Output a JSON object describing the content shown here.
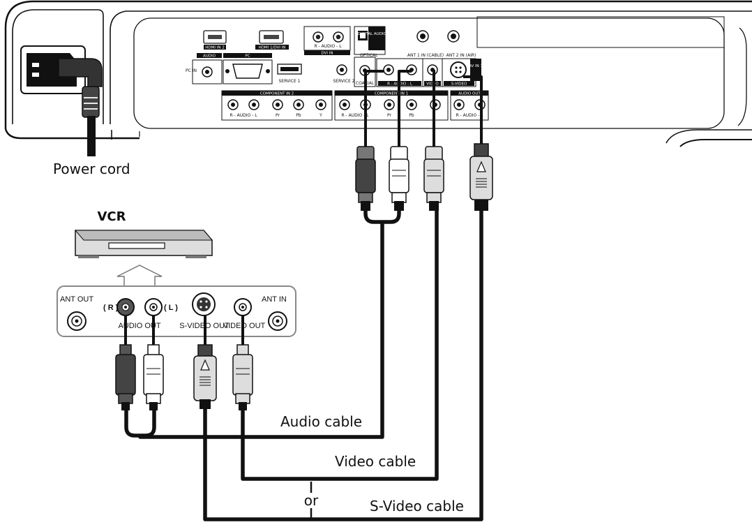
{
  "labels": {
    "power_cord": "Power cord",
    "vcr_title": "VCR",
    "audio_cable": "Audio cable",
    "video_cable": "Video cable",
    "or": "or",
    "svideo_cable": "S-Video cable"
  },
  "vcr_panel": {
    "ant_out": "ANT OUT",
    "ant_in": "ANT IN",
    "r": "( R )",
    "l": "( L )",
    "audio_out": "AUDIO OUT",
    "svideo_out": "S-VIDEO OUT",
    "video_out": "VIDEO OUT"
  },
  "tv_panel": {
    "hdmi_in2": "HDMI IN 2",
    "hdmi1_dvi": "HDMI 1/DVI IN",
    "dvi_audio": "R - AUDIO - L",
    "dvi_in": "DVI IN",
    "digital_audio_out": "DIGITAL AUDIO OUT",
    "optical": "OPTICAL",
    "coaxial": "COAXIAL",
    "audio": "AUDIO",
    "pc": "PC",
    "pc_in": "PC IN",
    "service1": "SERVICE 1",
    "service2": "SERVICE 2",
    "ant1": "ANT 1 IN (CABLE)",
    "ant2": "ANT 2 IN (AIR)",
    "av_in": "AV IN 1",
    "av_audio": "R - AUDIO - L",
    "video": "VIDEO",
    "svideo": "S-VIDEO",
    "component2": "COMPONENT IN 2",
    "component1": "COMPONENT IN 1",
    "audio_out": "AUDIO OUT",
    "comp_audio": "R - AUDIO - L",
    "pr": "Pr",
    "pb": "Pb",
    "y": "Y"
  }
}
